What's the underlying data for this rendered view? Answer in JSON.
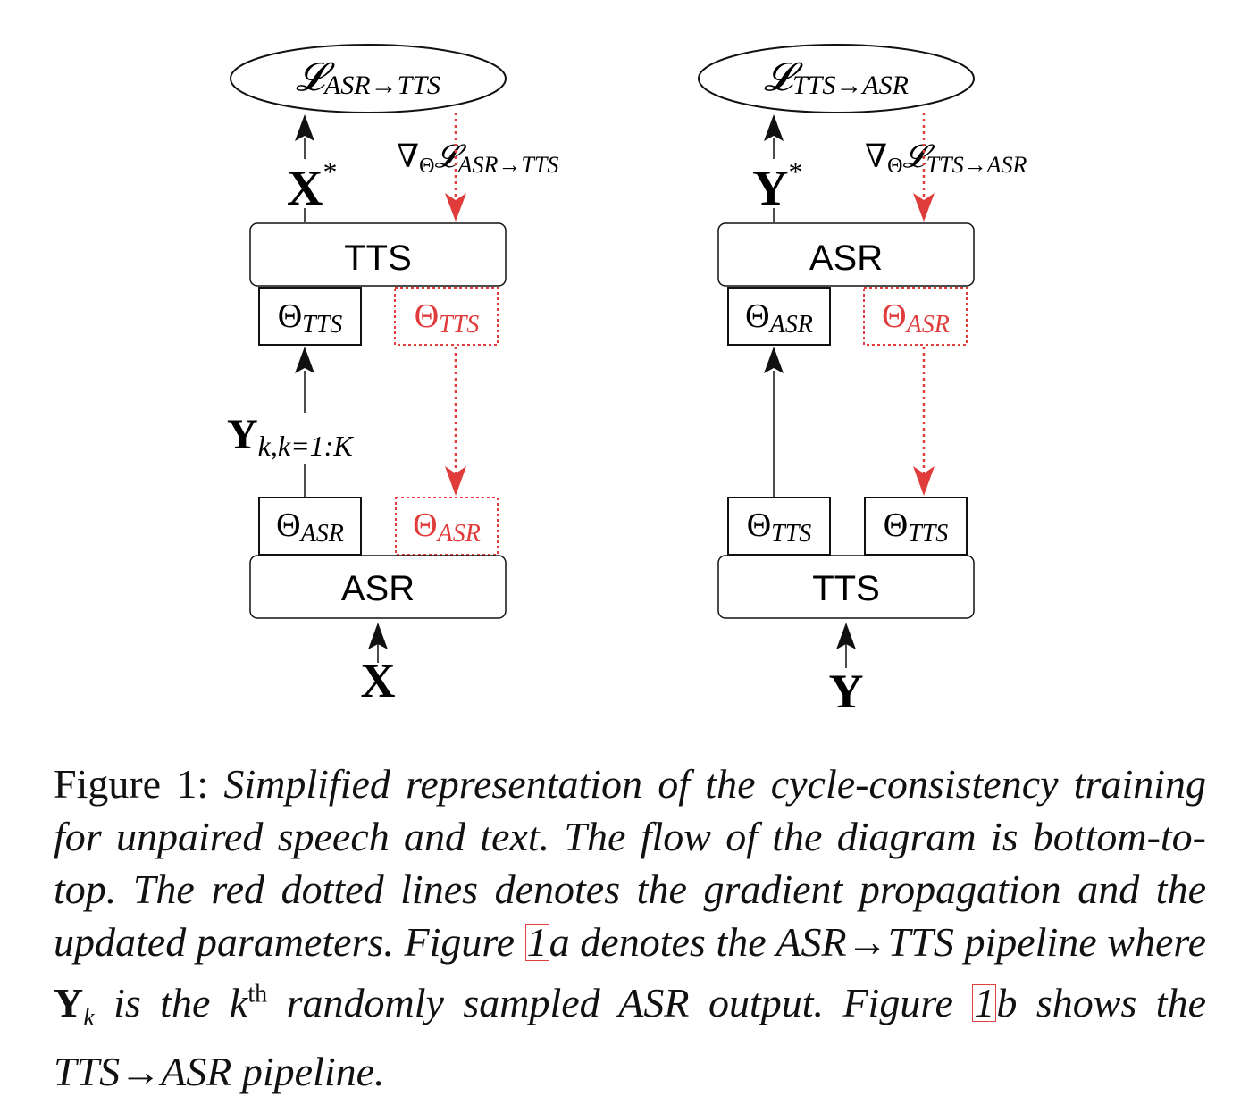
{
  "left_diagram": {
    "loss_label": "𝓛",
    "loss_sub": "ASR→TTS",
    "output_label": "X",
    "output_sup": "*",
    "gradient_label": "∇",
    "gradient_theta_sub": "Θ",
    "gradient_loss": "𝓛",
    "gradient_sub": "ASR→TTS",
    "top_model": "TTS",
    "top_param": "Θ",
    "top_param_sub": "TTS",
    "top_param_updated": "Θ",
    "top_param_updated_sub": "TTS",
    "middle_label": "Y",
    "middle_sub": "k,k=1:K",
    "bottom_param": "Θ",
    "bottom_param_sub": "ASR",
    "bottom_param_updated": "Θ",
    "bottom_param_updated_sub": "ASR",
    "bottom_model": "ASR",
    "input_label": "X"
  },
  "right_diagram": {
    "loss_label": "𝓛",
    "loss_sub": "TTS→ASR",
    "output_label": "Y",
    "output_sup": "*",
    "gradient_label": "∇",
    "gradient_theta_sub": "Θ",
    "gradient_loss": "𝓛",
    "gradient_sub": "TTS→ASR",
    "top_model": "ASR",
    "top_param": "Θ",
    "top_param_sub": "ASR",
    "top_param_updated": "Θ",
    "top_param_updated_sub": "ASR",
    "bottom_param_left": "Θ",
    "bottom_param_left_sub": "TTS",
    "bottom_param_right": "Θ",
    "bottom_param_right_sub": "TTS",
    "bottom_model": "TTS",
    "input_label": "Y"
  },
  "colors": {
    "gradient": "#e03c3c",
    "ink": "#111111"
  },
  "caption": {
    "label": "Figure 1:",
    "part1": "Simplified representation of the cycle-consistency training for unpaired speech and text. The flow of the diagram is bottom-to-top.  The red dotted lines denotes the gradient propagation and the updated parameters.  Figure ",
    "ref1": "1",
    "part2": "a denotes the ASR→TTS pipeline where ",
    "y_symbol": "Y",
    "y_sub": "k",
    "part3": " is the ",
    "k_symbol": "k",
    "k_sup": "th",
    "part4": " randomly sampled ASR output. Figure ",
    "ref2": "1",
    "part5": "b shows the TTS→ASR pipeline."
  }
}
